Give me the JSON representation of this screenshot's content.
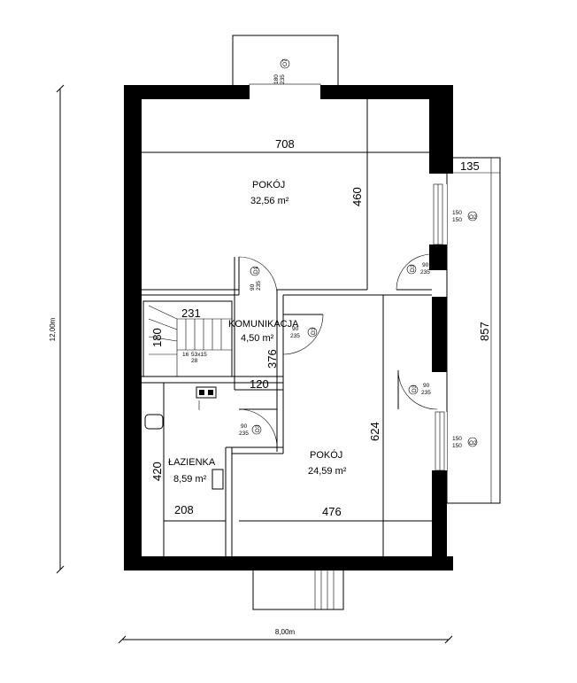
{
  "plan": {
    "overall_height": "12,00m",
    "overall_width": "8,00m"
  },
  "rooms": {
    "pokoj_top": {
      "name": "POKÓJ",
      "area": "32,56 m²",
      "width": "708",
      "depth": "460"
    },
    "komunikacja": {
      "name": "KOMUNIKACJA",
      "area": "4,50 m²",
      "dim_vertical": "376",
      "dim_horizontal": "120"
    },
    "lazienka": {
      "name": "ŁAZIENKA",
      "area": "8,59 m²",
      "dim_vertical": "420",
      "dim_horizontal": "208"
    },
    "pokoj_bottom": {
      "name": "POKÓJ",
      "area": "24,59 m²",
      "width": "476",
      "depth": "624"
    }
  },
  "stairs": {
    "width": "231",
    "depth": "180",
    "steps": "16 ",
    "step_size": "53x15",
    "step_second": "28"
  },
  "balcony": {
    "width": "135",
    "length": "857"
  },
  "windows": {
    "o7": {
      "code": "O7",
      "w": "180",
      "h": "235"
    },
    "o2_top": {
      "code": "O2",
      "w": "150",
      "h": "150"
    },
    "o2_bottom": {
      "code": "O2",
      "w": "150",
      "h": "150"
    }
  },
  "doors": {
    "d1": {
      "code": "D1",
      "w": "90",
      "h": "235"
    },
    "d3_a": {
      "code": "D3",
      "w": "90",
      "h": "235"
    },
    "d3_b": {
      "code": "D3",
      "w": "90",
      "h": "235"
    },
    "d3_c": {
      "code": "D3",
      "w": "90",
      "h": "235"
    },
    "d3_d": {
      "code": "D3",
      "w": "90",
      "h": "235"
    }
  }
}
